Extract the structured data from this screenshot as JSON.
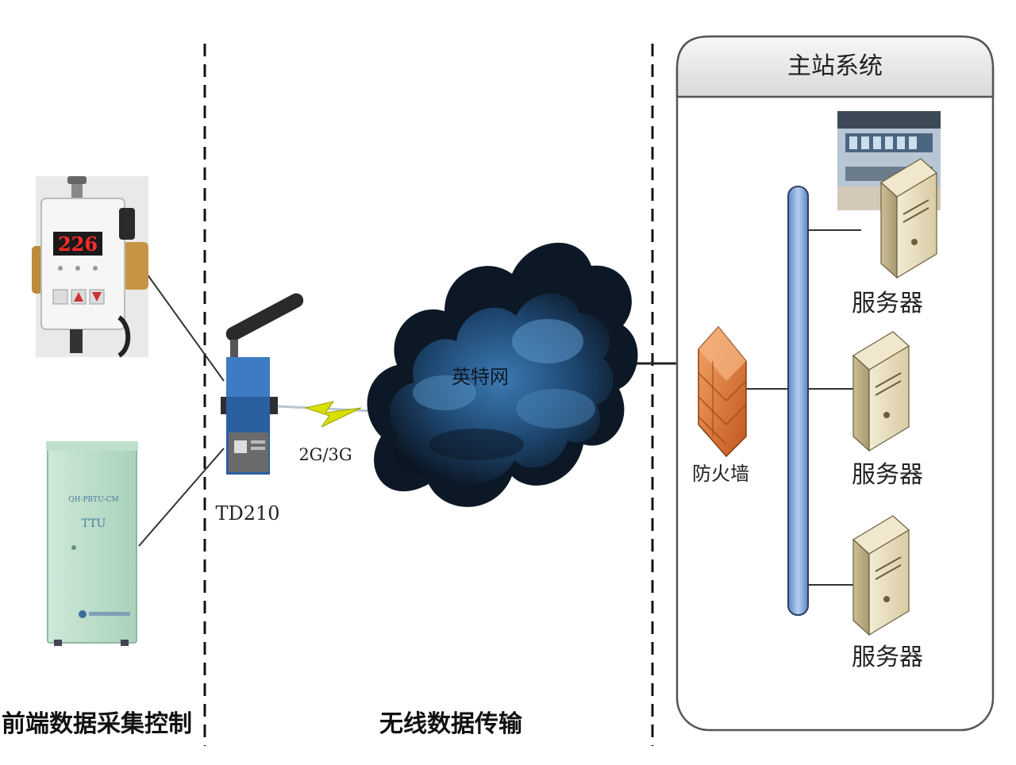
{
  "sections": {
    "front_end": "前端数据采集控制",
    "wireless": "无线数据传输",
    "master": "主站系统"
  },
  "devices": {
    "meter_display": "226",
    "ttu_model": "QH-PBTU-CM",
    "ttu_label": "TTU",
    "router": "TD210",
    "link": "2G/3G",
    "cloud": "英特网",
    "firewall": "防火墙",
    "servers": [
      "服务器",
      "服务器",
      "服务器"
    ]
  },
  "colors": {
    "cloud_dark": "#0d1826",
    "cloud_light": "#3b79b0",
    "firewall": "#e07a35",
    "bus": "#8fb3e3",
    "server": "#e6dcc0",
    "lightning": "#d8e000"
  }
}
